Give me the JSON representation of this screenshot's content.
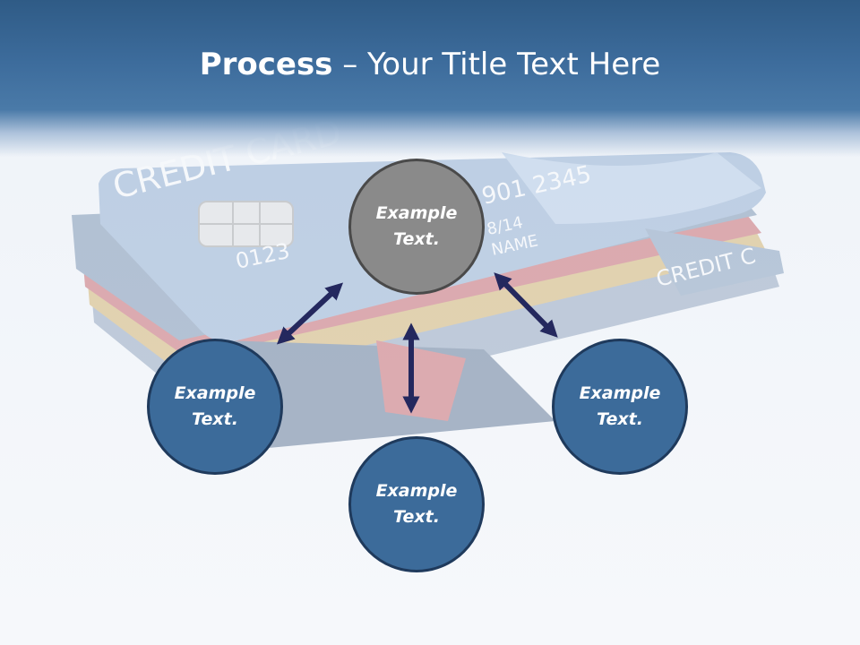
{
  "slide": {
    "title_bold": "Process",
    "title_rest": " – Your Title Text Here"
  },
  "background_card_text": {
    "brand": "CREDIT CARD",
    "number_right": "901 2345",
    "number_left": "0123",
    "expiry": "8/14",
    "name": "NAME",
    "back_brand": "CREDIT C"
  },
  "nodes": {
    "center": {
      "line1": "Example",
      "line2": "Text."
    },
    "left": {
      "line1": "Example",
      "line2": "Text."
    },
    "bottom": {
      "line1": "Example",
      "line2": "Text."
    },
    "right": {
      "line1": "Example",
      "line2": "Text."
    }
  },
  "colors": {
    "header": "#3d6c9c",
    "center_node": "#8a8a8a",
    "outer_node": "#3c6b9a",
    "arrow": "#24285e"
  }
}
